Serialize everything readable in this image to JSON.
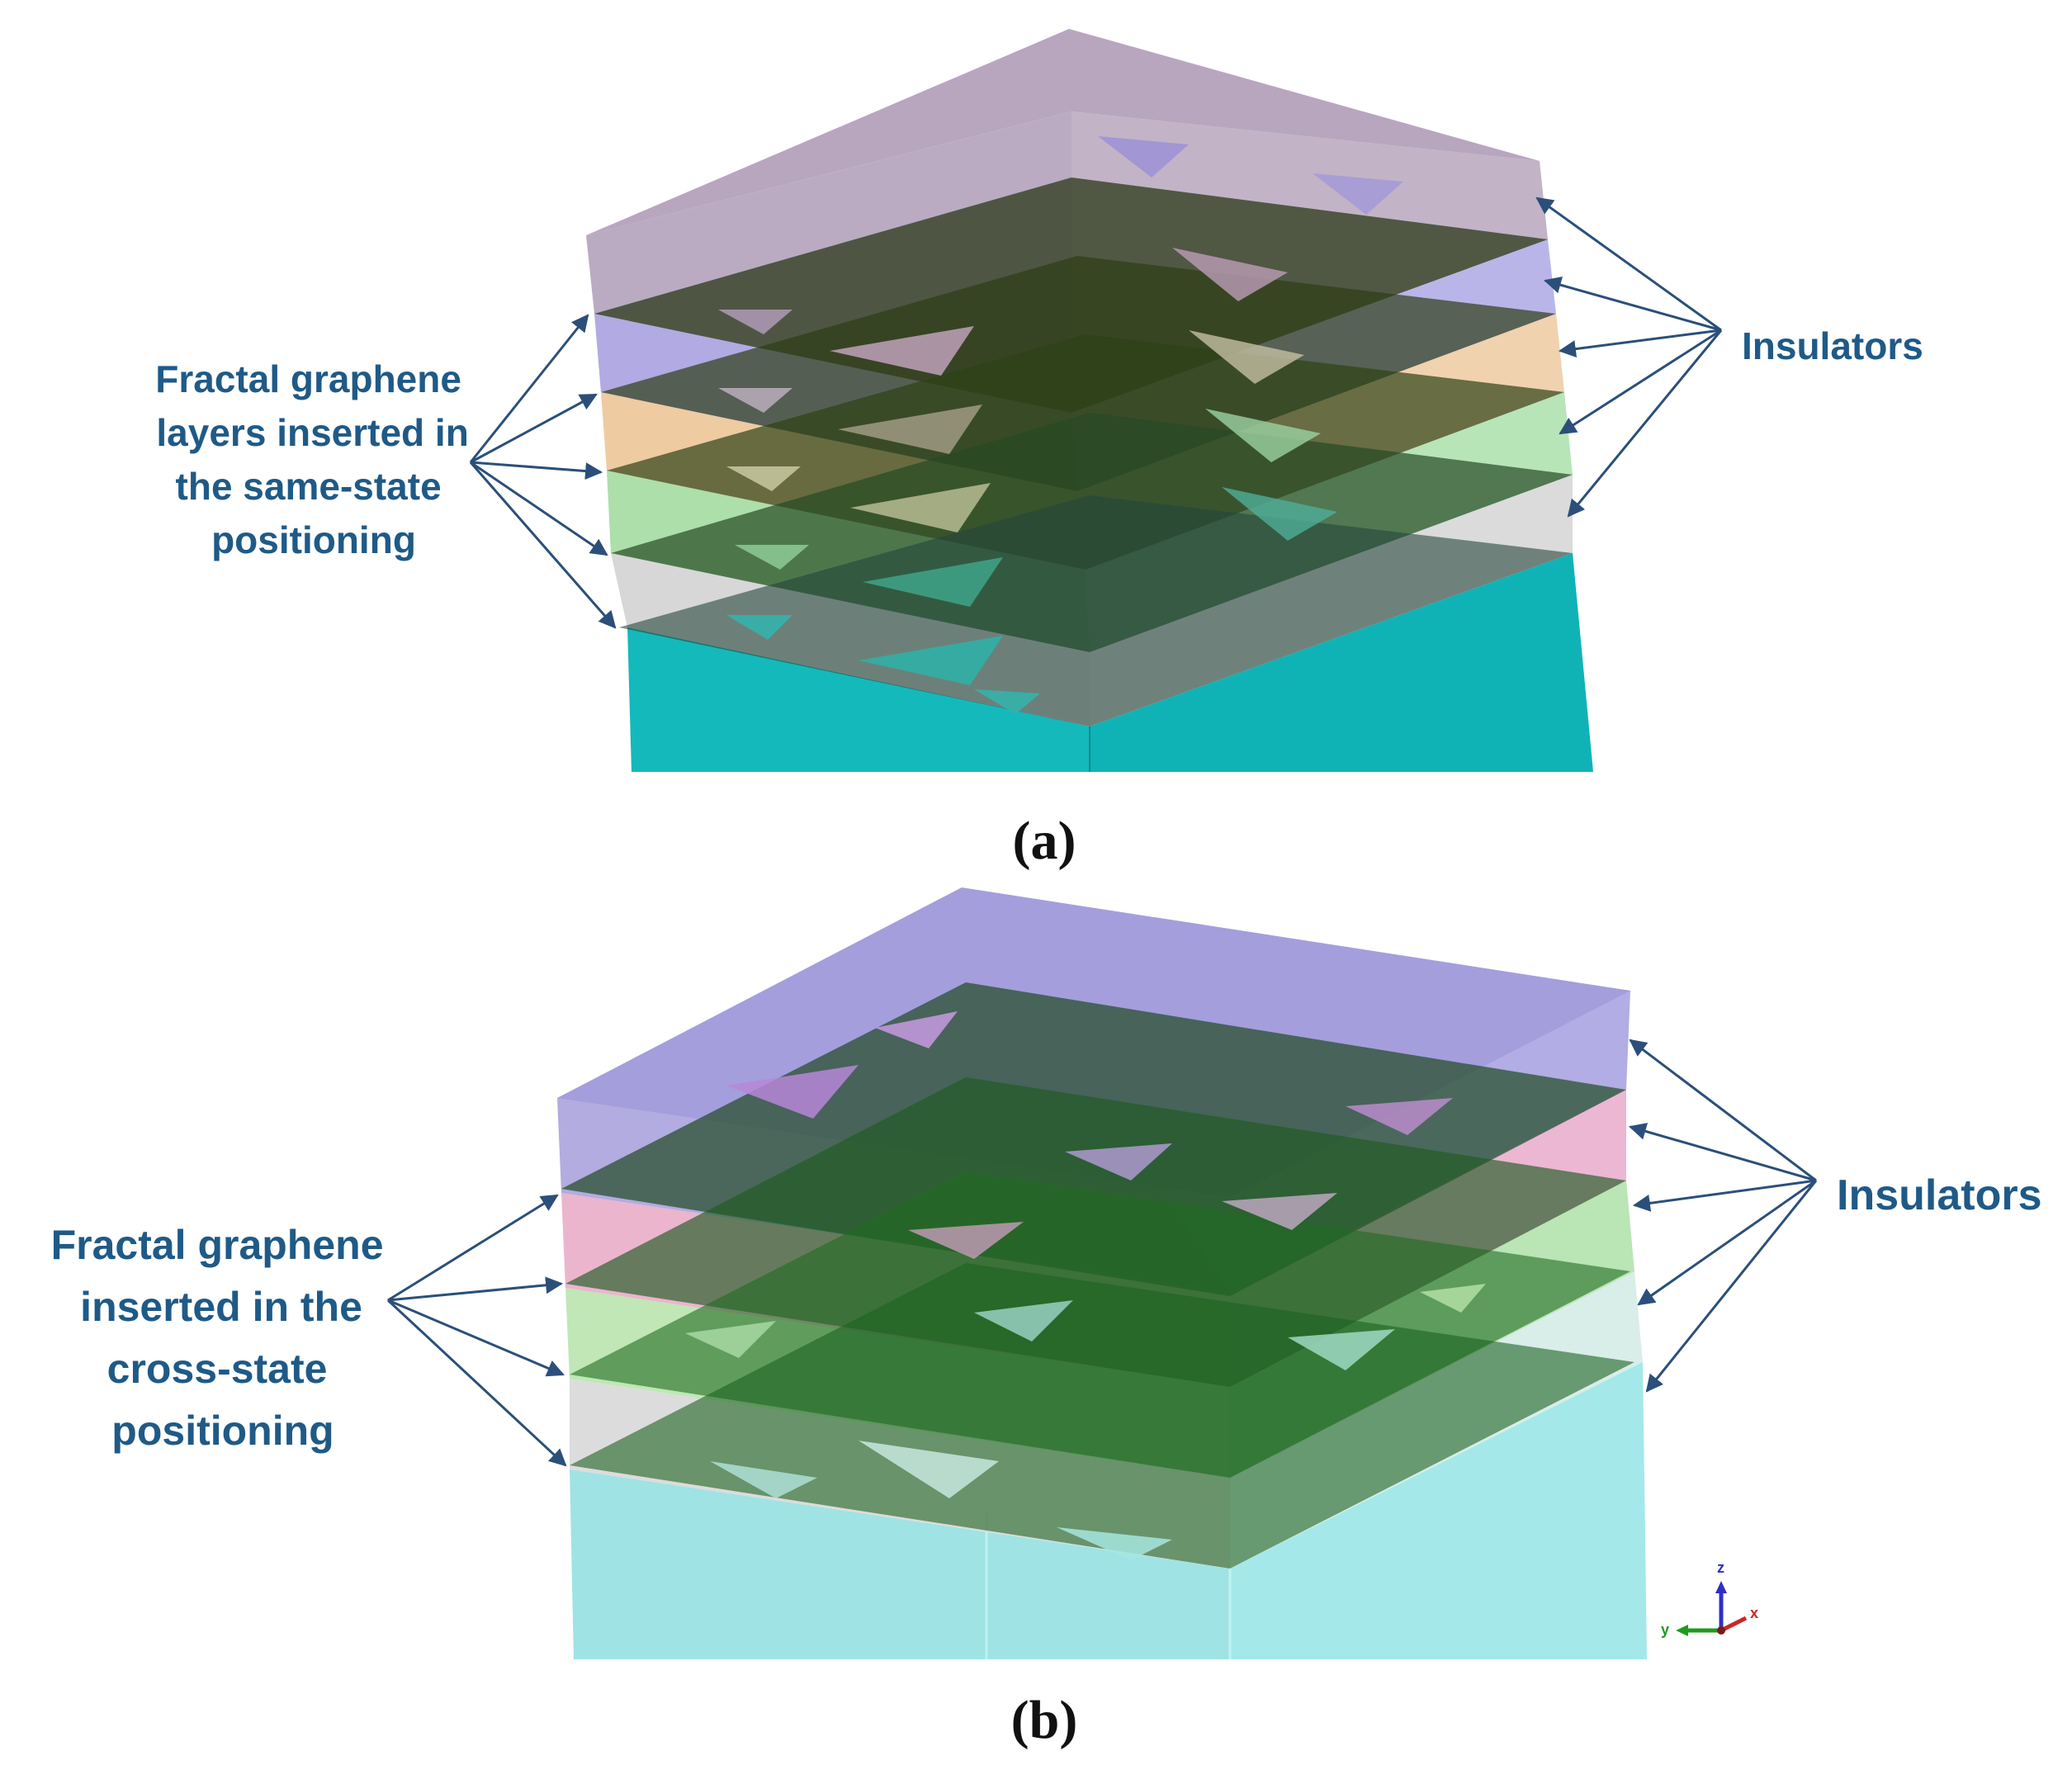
{
  "panel_a": {
    "caption": "(a)",
    "left_label": [
      "Fractal graphene",
      "layers inserted in",
      "the same-state",
      "positioning"
    ],
    "right_label": "Insulators"
  },
  "panel_b": {
    "caption": "(b)",
    "left_label": [
      "Fractal graphene",
      "inserted in the",
      "cross-state",
      "positioning"
    ],
    "right_label": "Insulators"
  },
  "axis_triad": {
    "z": "z",
    "y": "y",
    "x": "x"
  },
  "colors": {
    "label": "#1f5a87",
    "arrow": "#2b4f7a",
    "graphene": "#1f3d1a",
    "insulator_lavender": "#a89ad8",
    "insulator_mauve": "#b9a3b8",
    "insulator_pink": "#e49ac4",
    "insulator_peach": "#eec79a",
    "insulator_green": "#a8e0a2",
    "insulator_grey": "#d9d9d9",
    "substrate_teal_a": "#0fb8bb",
    "substrate_teal_b": "#9fe6e8"
  }
}
